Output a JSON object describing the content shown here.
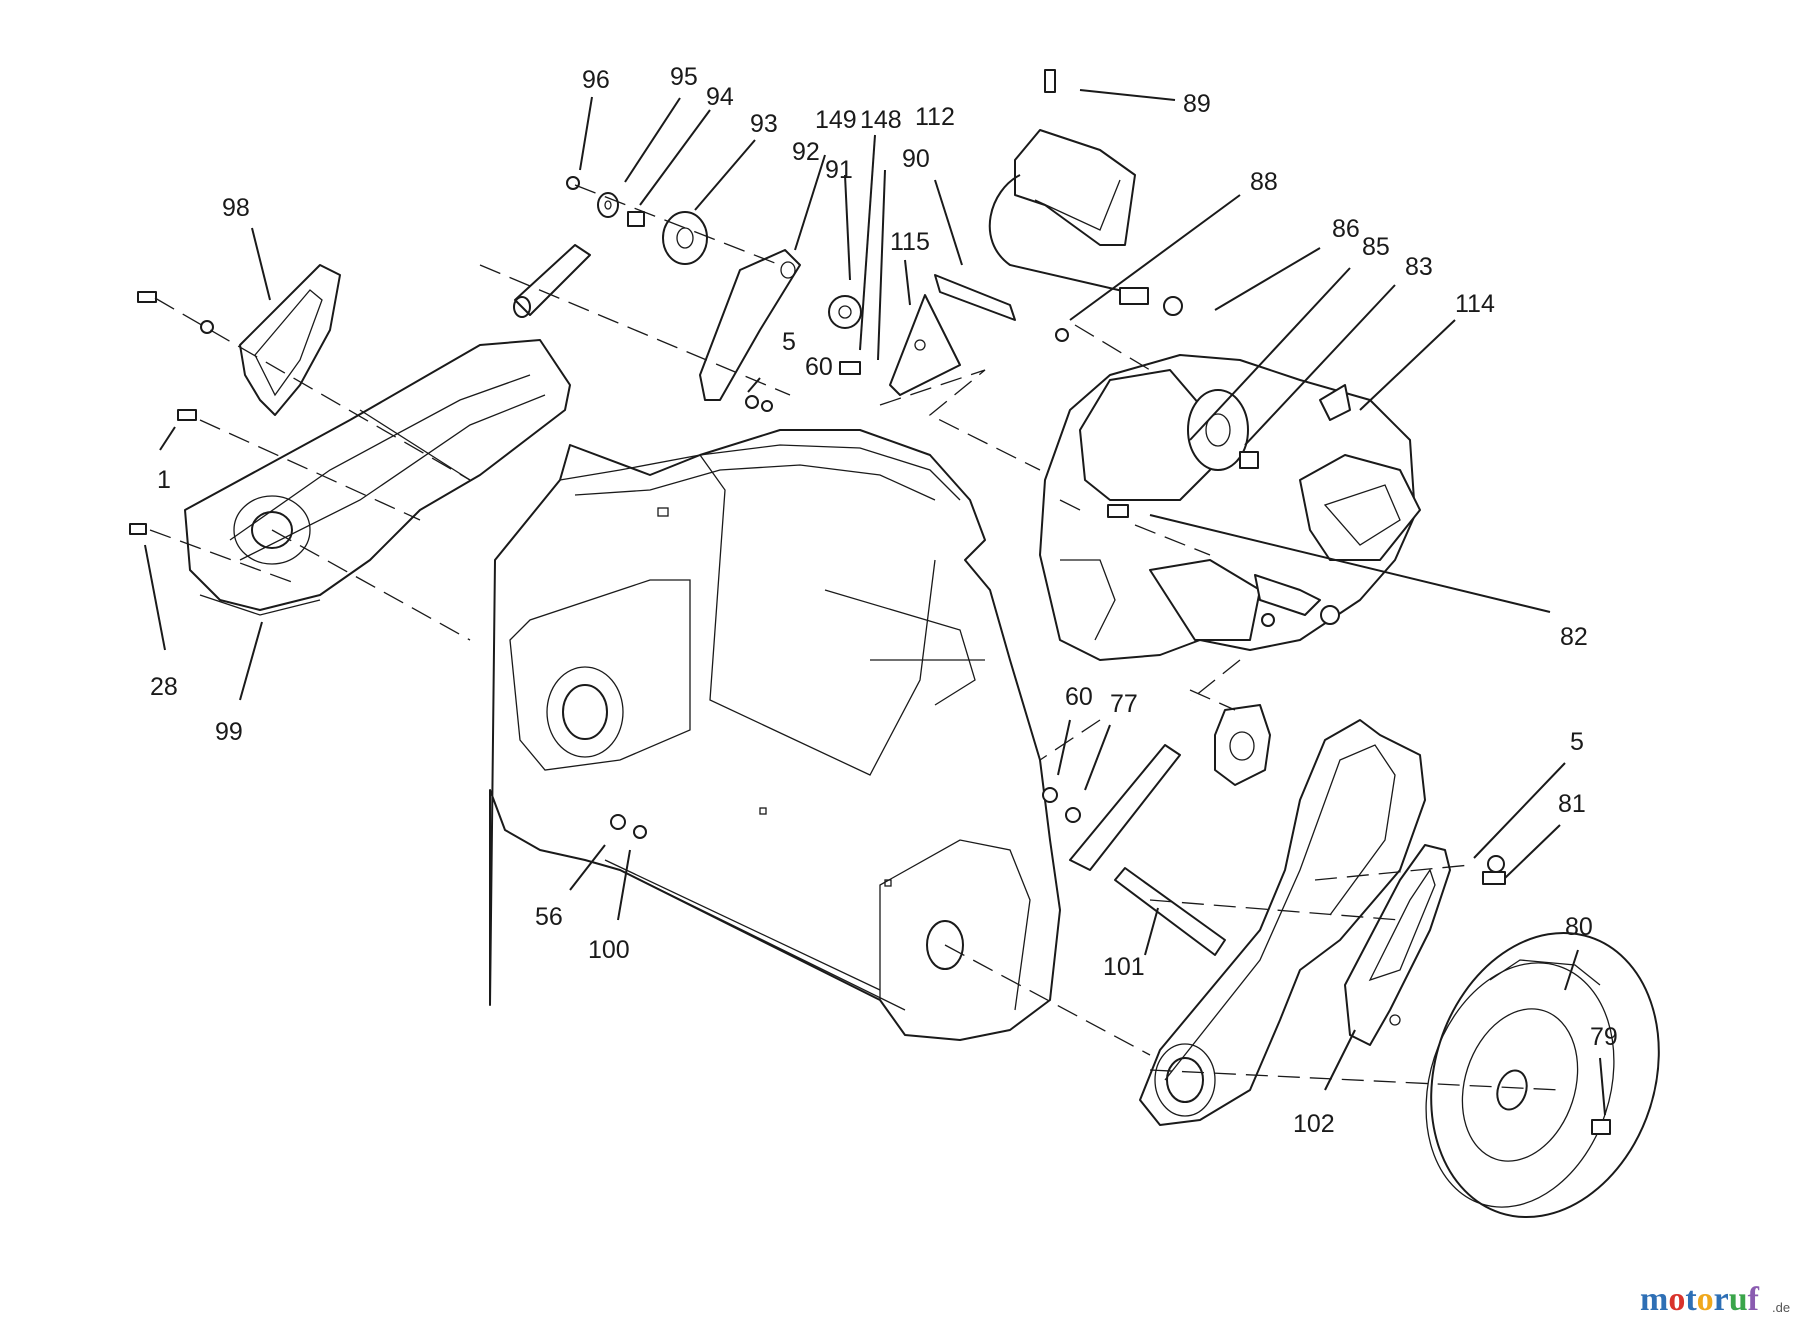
{
  "diagram": {
    "callouts": [
      "96",
      "95",
      "94",
      "93",
      "149",
      "148",
      "112",
      "92",
      "91",
      "90",
      "89",
      "88",
      "86",
      "85",
      "83",
      "114",
      "98",
      "115",
      "5",
      "60",
      "1",
      "28",
      "99",
      "82",
      "60",
      "77",
      "5",
      "81",
      "80",
      "79",
      "56",
      "100",
      "101",
      "102"
    ]
  },
  "watermark": {
    "letters": [
      "m",
      "o",
      "t",
      "o",
      "r",
      "u",
      "f"
    ],
    "colors": [
      "#2e6fb5",
      "#d9332b",
      "#2e6fb5",
      "#f0a81c",
      "#2e6fb5",
      "#3aa54a",
      "#8a5bb0"
    ],
    "suffix": ".de"
  }
}
